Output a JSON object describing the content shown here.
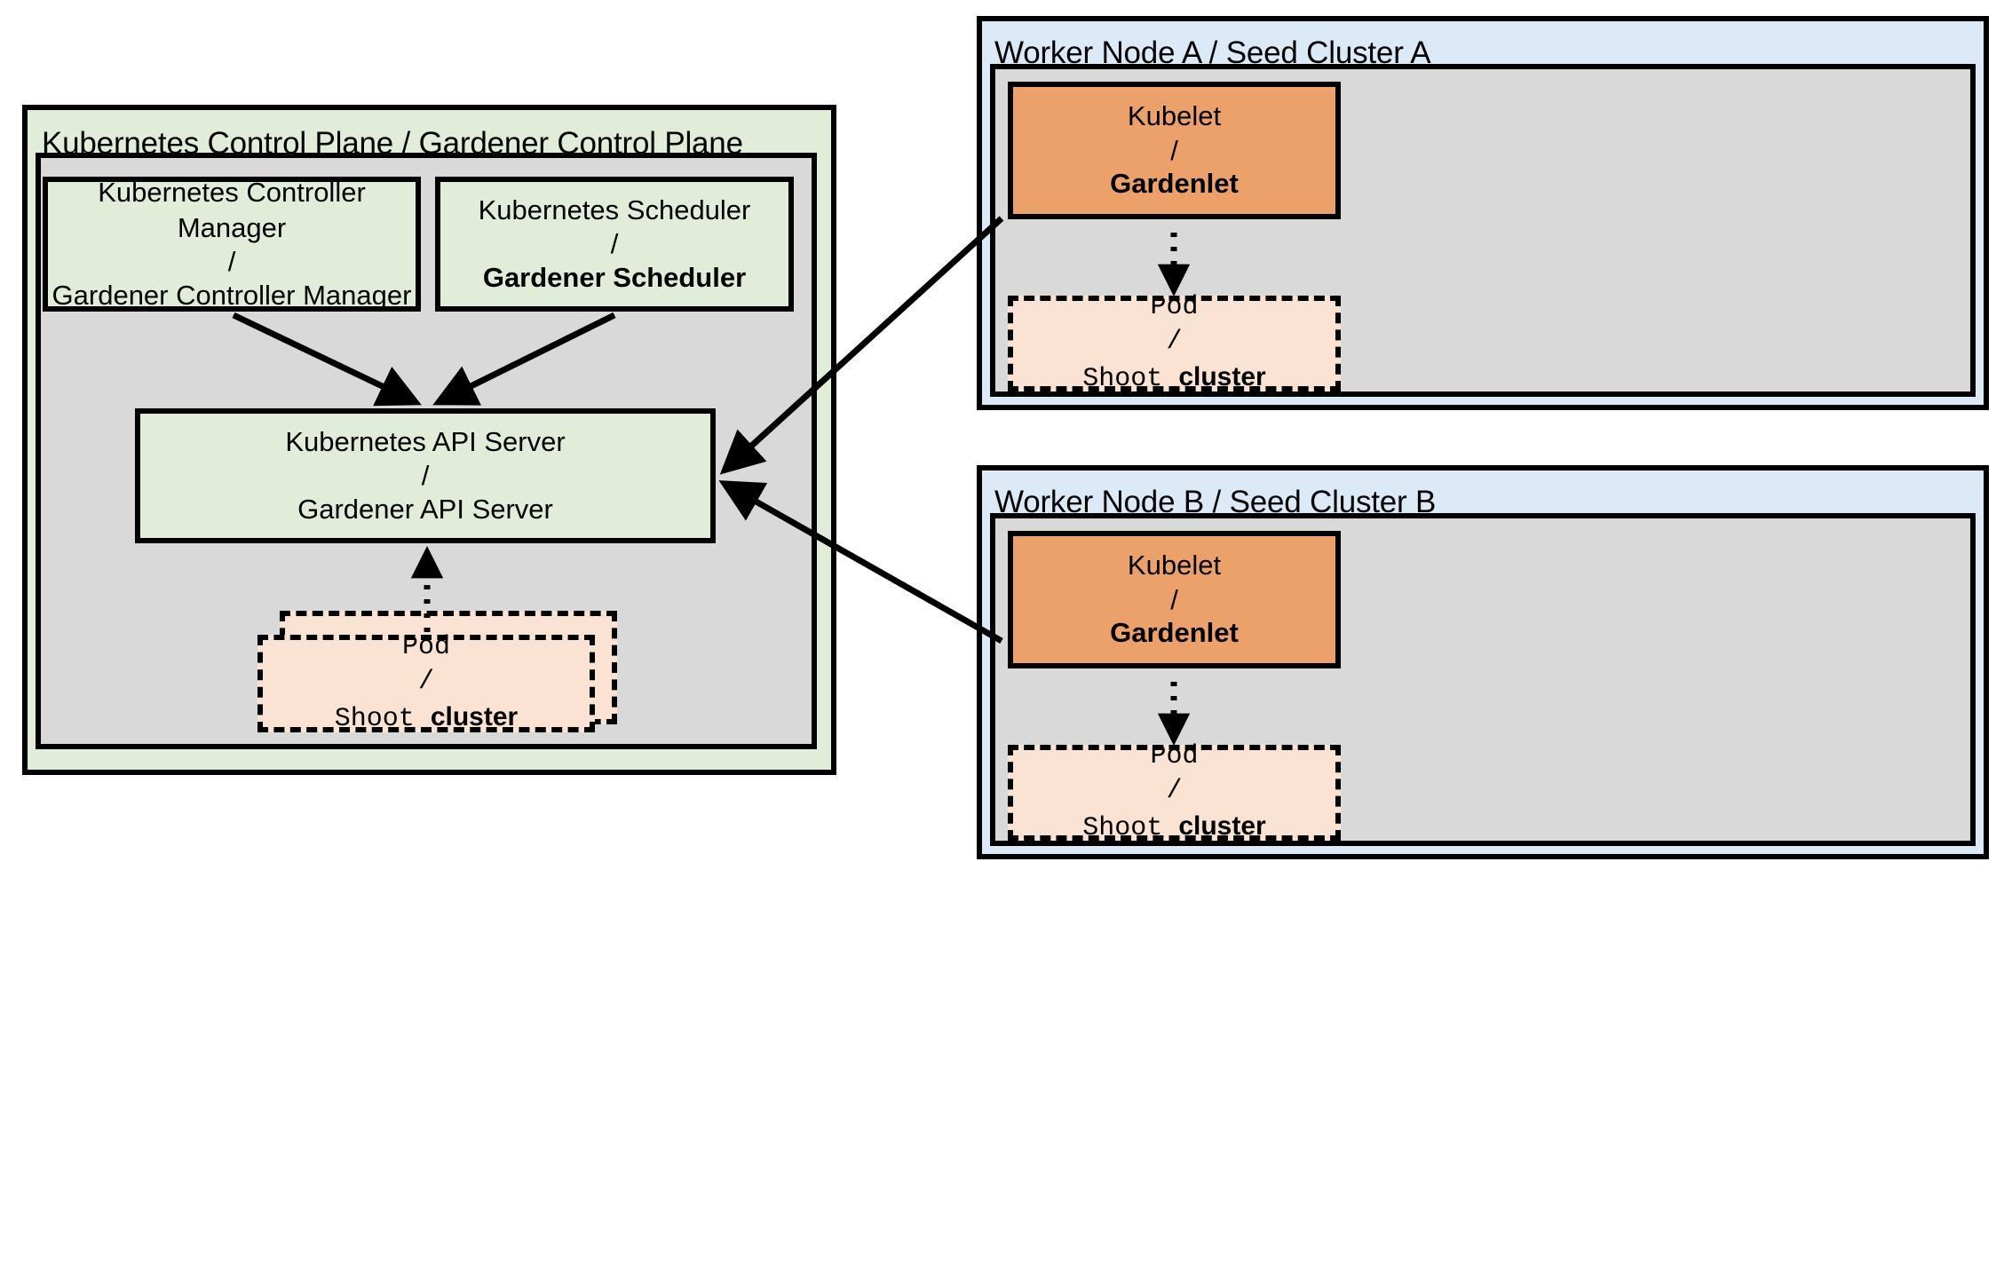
{
  "diagram": {
    "type": "architecture-diagram",
    "subject": "Gardener / Kubernetes control plane and seed clusters analogy",
    "control_plane": {
      "title": "Kubernetes Control Plane / Gardener Control Plane",
      "components": [
        {
          "name": "controller-manager",
          "line1": "Kubernetes Controller Manager",
          "separator": "/",
          "line2": "Gardener Controller Manager",
          "line2_bold": false
        },
        {
          "name": "scheduler",
          "line1": "Kubernetes Scheduler",
          "separator": "/",
          "line2": "Gardener Scheduler",
          "line2_bold": true
        },
        {
          "name": "api-server",
          "line1": "Kubernetes API Server",
          "separator": "/",
          "line2": "Gardener API Server",
          "line2_bold": false
        }
      ],
      "pod": {
        "line1": "Pod",
        "separator": "/",
        "line2_plain": "Shoot ",
        "line2_bold": "cluster",
        "stacked": true
      }
    },
    "seed_clusters": [
      {
        "title": "Worker Node A / Seed Cluster A",
        "kubelet": {
          "line1": "Kubelet",
          "separator": "/",
          "line2": "Gardenlet",
          "line2_bold": true
        },
        "pod": {
          "line1": "Pod",
          "separator": "/",
          "line2_plain": "Shoot ",
          "line2_bold": "cluster"
        }
      },
      {
        "title": "Worker Node B / Seed Cluster B",
        "kubelet": {
          "line1": "Kubelet",
          "separator": "/",
          "line2": "Gardenlet",
          "line2_bold": true
        },
        "pod": {
          "line1": "Pod",
          "separator": "/",
          "line2_plain": "Shoot ",
          "line2_bold": "cluster"
        }
      }
    ],
    "connections": [
      {
        "from": "controller-manager",
        "to": "api-server",
        "style": "solid-arrow"
      },
      {
        "from": "scheduler",
        "to": "api-server",
        "style": "solid-arrow"
      },
      {
        "from": "control-plane-pod",
        "to": "api-server",
        "style": "dotted-arrow"
      },
      {
        "from": "seed-a-gardenlet",
        "to": "api-server",
        "style": "solid-arrow"
      },
      {
        "from": "seed-b-gardenlet",
        "to": "api-server",
        "style": "solid-arrow"
      },
      {
        "from": "seed-a-gardenlet",
        "to": "seed-a-pod",
        "style": "dotted-arrow"
      },
      {
        "from": "seed-b-gardenlet",
        "to": "seed-b-pod",
        "style": "dotted-arrow"
      }
    ],
    "colors": {
      "green_fill": "#e2edd9",
      "gray_fill": "#d9d9d9",
      "blue_fill": "#dce9f7",
      "orange_fill": "#eca06a",
      "pod_fill": "#fae3d3",
      "stroke": "#000000"
    }
  }
}
